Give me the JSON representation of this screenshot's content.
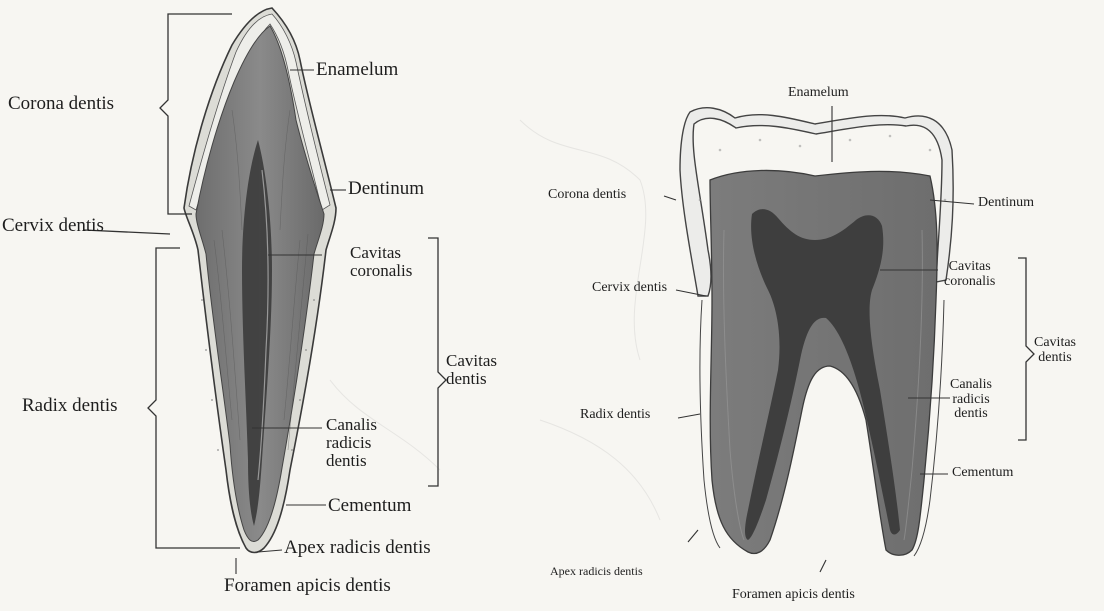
{
  "incisor_labels": {
    "corona_dentis": "Corona dentis",
    "enamelum": "Enamelum",
    "dentinum": "Dentinum",
    "cervix_dentis": "Cervix dentis",
    "cavitas_coronalis": [
      "Cavitas",
      "coronalis"
    ],
    "cavitas_dentis": [
      "Cavitas",
      "dentis"
    ],
    "radix_dentis": "Radix dentis",
    "canalis_radicis_dentis": [
      "Canalis",
      "radicis",
      "dentis"
    ],
    "cementum": "Cementum",
    "apex_radicis_dentis": "Apex radicis dentis",
    "foramen_apicis_dentis": "Foramen apicis dentis"
  },
  "molar_labels": {
    "enamelum": "Enamelum",
    "corona_dentis": "Corona dentis",
    "dentinum": "Dentinum",
    "cavitas_coronalis": [
      "Cavitas",
      "coronalis"
    ],
    "cervix_dentis": "Cervix dentis",
    "cavitas_dentis": [
      "Cavitas",
      "dentis"
    ],
    "canalis_radicis_dentis": [
      "Canalis",
      "radicis",
      "dentis"
    ],
    "radix_dentis": "Radix dentis",
    "cementum": "Cementum",
    "apex_radicis_dentis": "Apex radicis dentis",
    "foramen_apicis_dentis": "Foramen apicis dentis"
  }
}
